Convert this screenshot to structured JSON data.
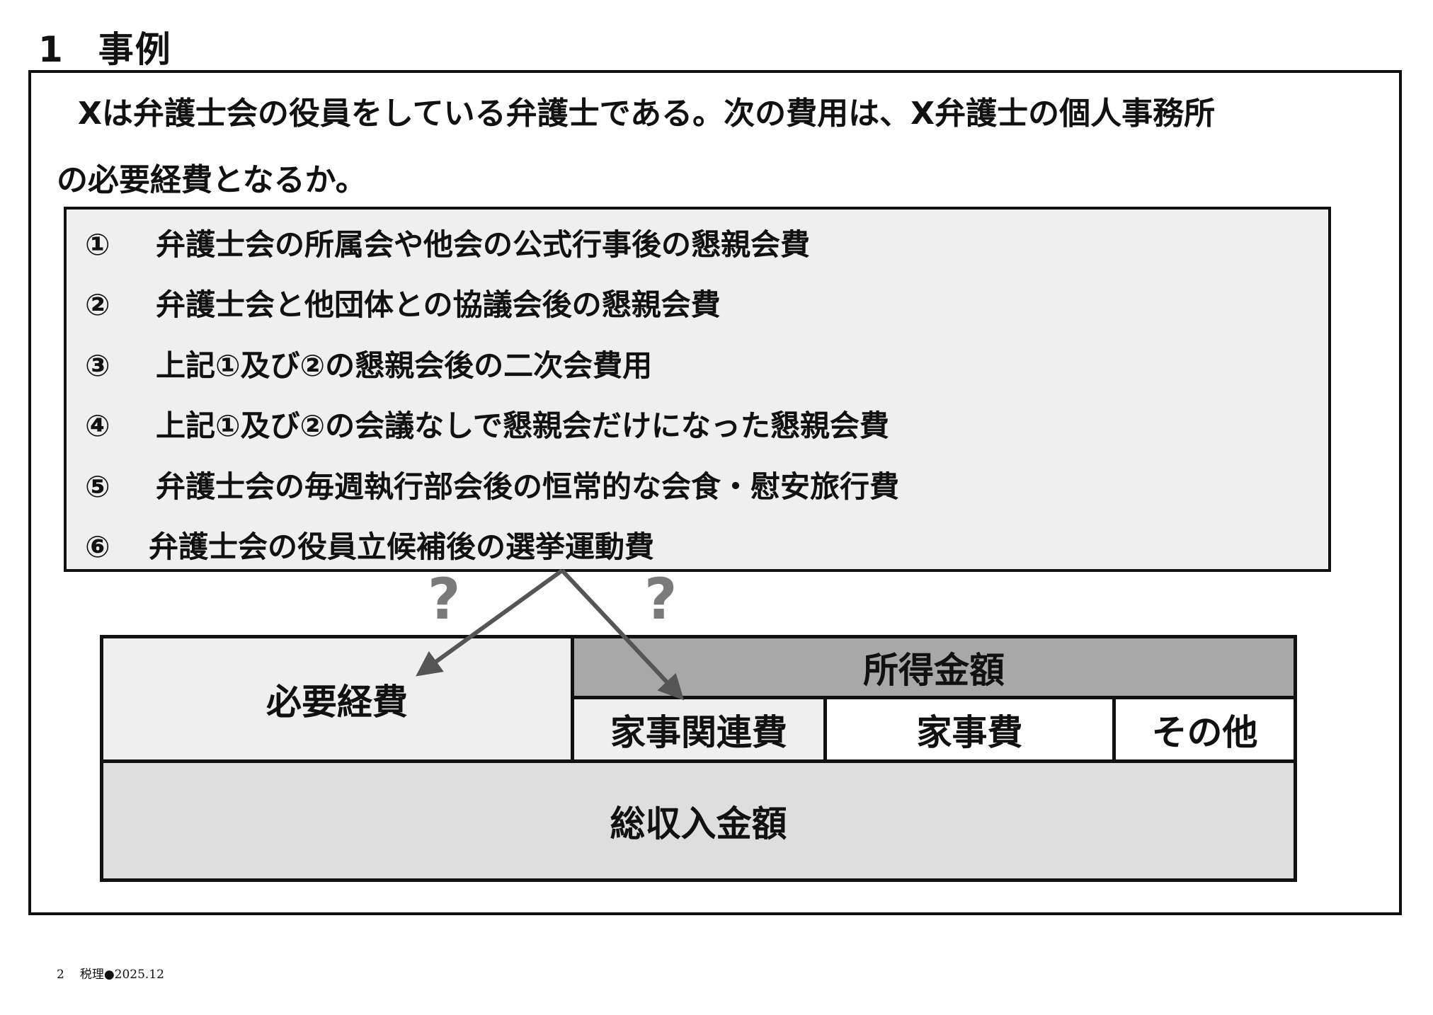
{
  "heading": {
    "number": "1",
    "title": "事例"
  },
  "question": {
    "line1": "Xは弁護士会の役員をしている弁護士である。次の費用は、X弁護士の個人事務所",
    "line2": "の必要経費となるか。"
  },
  "items": [
    {
      "num": "①",
      "text": "弁護士会の所属会や他会の公式行事後の懇親会費"
    },
    {
      "num": "②",
      "text": "弁護士会と他団体との協議会後の懇親会費"
    },
    {
      "num": "③",
      "text": "上記①及び②の懇親会後の二次会費用"
    },
    {
      "num": "④",
      "text": "上記①及び②の会議なしで懇親会だけになった懇親会費"
    },
    {
      "num": "⑤",
      "text": "弁護士会の毎週執行部会後の恒常的な会食・慰安旅行費"
    },
    {
      "num": "⑥",
      "text": "弁護士会の役員立候補後の選挙運動費"
    }
  ],
  "diagram": {
    "necessary_expenses": "必要経費",
    "income": "所得金額",
    "household_related": "家事関連費",
    "household": "家事費",
    "other": "その他",
    "total_revenue": "総収入金額",
    "question_mark_left": "?",
    "question_mark_right": "?"
  },
  "footer": {
    "page": "2",
    "publication": "税理●2025.12"
  }
}
